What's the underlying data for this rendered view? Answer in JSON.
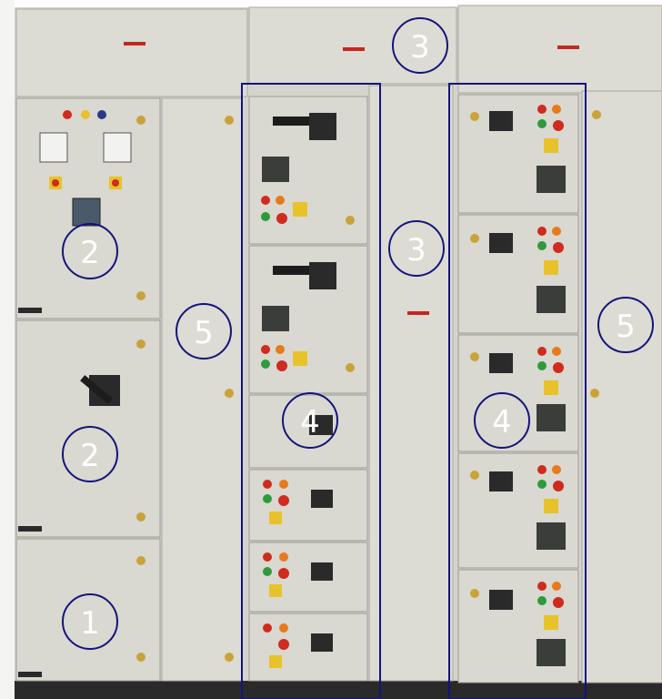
{
  "colors": {
    "panel": "#d7d6cf",
    "panel_shadow": "#9a9a92",
    "outline": "#14147a",
    "handle": "#1c1c1c",
    "knob_yellow": "#e8c22a",
    "knob_red": "#cf2b1e",
    "lamp_green": "#2f9a3c",
    "lamp_orange": "#e87a1a",
    "meter": "#3b3d3a",
    "label_red": "#c2281e",
    "screw": "#c9a33a"
  },
  "callouts": [
    {
      "label": "1"
    },
    {
      "label": "2"
    },
    {
      "label": "2"
    },
    {
      "label": "3"
    },
    {
      "label": "3"
    },
    {
      "label": "4"
    },
    {
      "label": "4"
    },
    {
      "label": "5"
    },
    {
      "label": "5"
    }
  ]
}
